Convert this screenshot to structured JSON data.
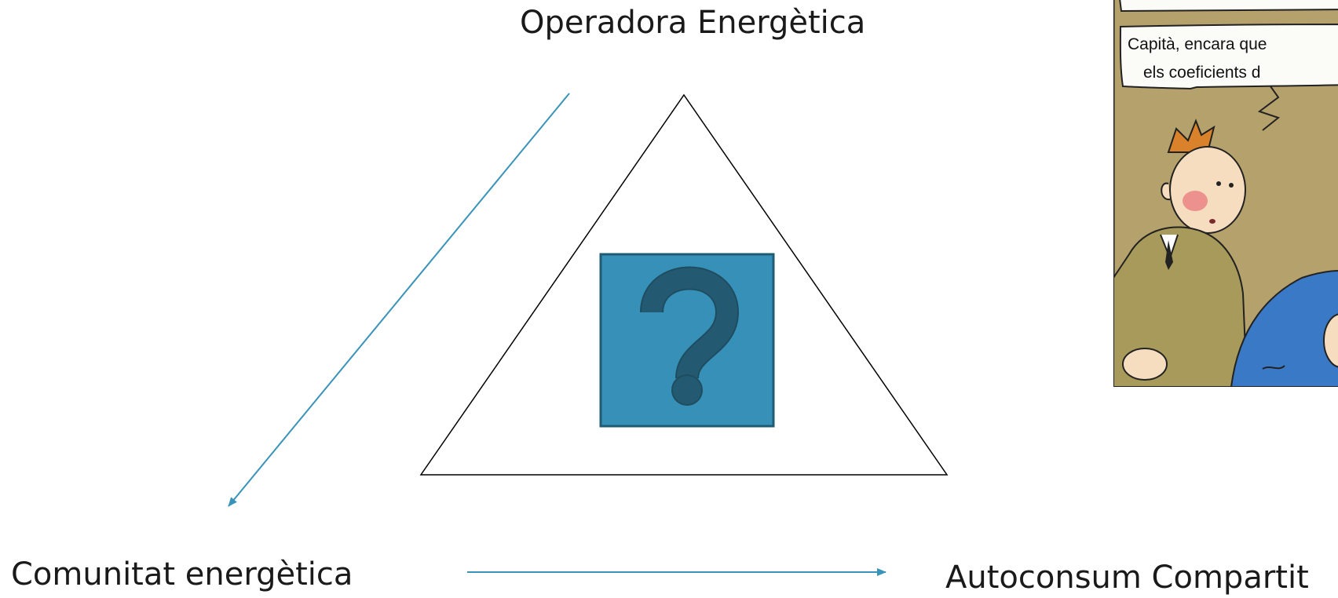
{
  "diagram": {
    "nodes": {
      "top": "Operadora Energètica",
      "bottom_left": "Comunitat energètica",
      "bottom_right": "Autoconsum Compartit"
    },
    "center_symbol": "?",
    "colors": {
      "arrow": "#3a93b8",
      "box_fill": "#3690b8",
      "box_border": "#1f5c74",
      "question_mark": "#235a71",
      "triangle_stroke": "#000000"
    }
  },
  "comic": {
    "speech_lines": [
      "Capità, encara que",
      "els coeficients d"
    ]
  }
}
